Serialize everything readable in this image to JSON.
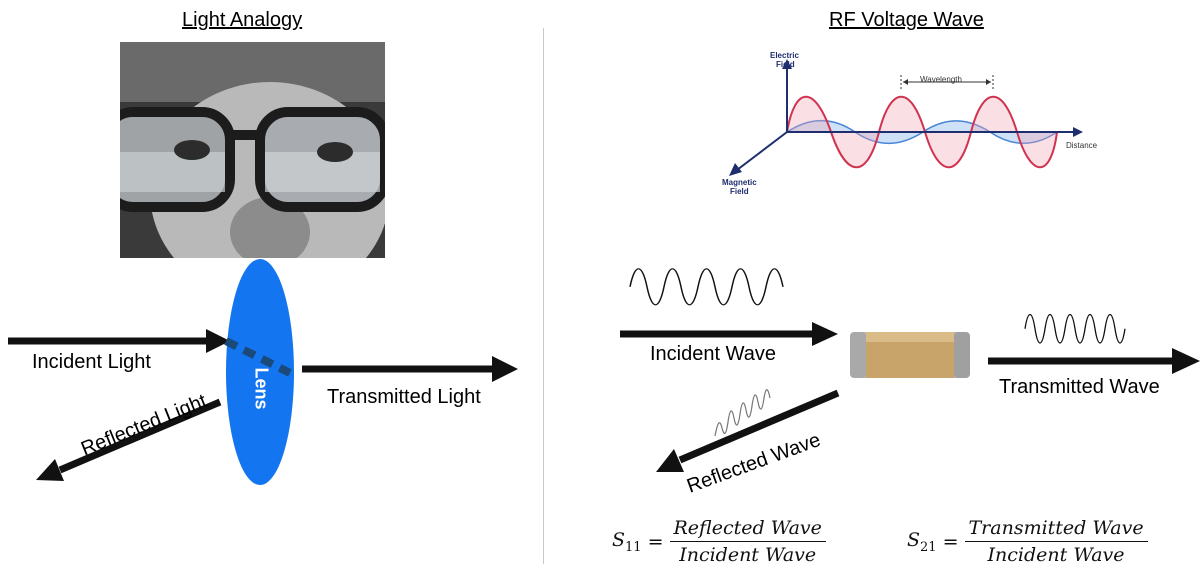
{
  "left": {
    "title": "Light Analogy",
    "lens_label": "Lens",
    "incident_label": "Incident Light",
    "transmitted_label": "Transmitted Light",
    "reflected_label": "Reflected Light"
  },
  "right": {
    "title": "RF Voltage Wave",
    "em_diagram": {
      "electric_field_line1": "Electric",
      "electric_field_line2": "Field",
      "magnetic_field_line1": "Magnetic",
      "magnetic_field_line2": "Field",
      "distance_label": "Distance",
      "wavelength_label": "Wavelength"
    },
    "incident_label": "Incident Wave",
    "transmitted_label": "Transmitted Wave",
    "reflected_label": "Reflected Wave",
    "equations": {
      "s11_symbol": "S",
      "s11_sub": "11",
      "s11_num": "Reflected Wave",
      "s11_den": "Incident Wave",
      "s21_symbol": "S",
      "s21_sub": "21",
      "s21_num": "Transmitted Wave",
      "s21_den": "Incident Wave",
      "equals": "="
    }
  },
  "colors": {
    "lens": "#1475f0",
    "lens_dash": "#1a4a7a",
    "arrow": "#111111",
    "electric_wave": "#d0324f",
    "magnetic_wave": "#4a86d8",
    "axis": "#1f2e6e",
    "component_body": "#c8a36a"
  }
}
